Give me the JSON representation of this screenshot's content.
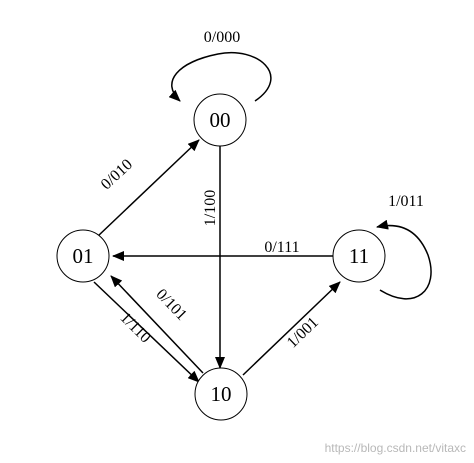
{
  "colors": {
    "stroke": "#000000",
    "node_fill": "#ffffff",
    "watermark": "#b8b8b8"
  },
  "states": [
    {
      "id": "00",
      "label": "00"
    },
    {
      "id": "01",
      "label": "01"
    },
    {
      "id": "10",
      "label": "10"
    },
    {
      "id": "11",
      "label": "11"
    }
  ],
  "transitions": [
    {
      "from": "00",
      "to": "00",
      "label": "0/000"
    },
    {
      "from": "01",
      "to": "00",
      "label": "0/010"
    },
    {
      "from": "00",
      "to": "10",
      "label": "1/100"
    },
    {
      "from": "11",
      "to": "01",
      "label": "0/111"
    },
    {
      "from": "11",
      "to": "11",
      "label": "1/011"
    },
    {
      "from": "10",
      "to": "01",
      "label": "0/101"
    },
    {
      "from": "01",
      "to": "10",
      "label": "1/110"
    },
    {
      "from": "10",
      "to": "11",
      "label": "1/001"
    }
  ],
  "watermark": "https://blog.csdn.net/vitaxc"
}
